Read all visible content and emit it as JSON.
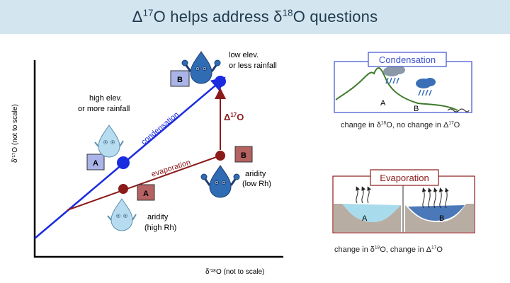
{
  "title": {
    "delta": "Δ",
    "sup1": "17",
    "mid": "O helps address δ",
    "sup2": "18",
    "end": "O questions"
  },
  "main_plot": {
    "y_axis_label": "δ'¹⁷O (not to scale)",
    "x_axis_label": "δ'¹⁸O (not to scale)",
    "condensation_line_label": "condensation",
    "evaporation_line_label": "evaporation",
    "delta17o_arrow_label": {
      "delta": "Δ",
      "sup": "17",
      "end": "O"
    },
    "high_elev_label": [
      "high elev.",
      "or more rainfall"
    ],
    "low_elev_label": [
      "low elev.",
      "or less rainfall"
    ],
    "aridity_high_label": [
      "aridity",
      "(high Rh)"
    ],
    "aridity_low_label": [
      "aridity",
      "(low Rh)"
    ],
    "badge_a": "A",
    "badge_b": "B",
    "colors": {
      "condensation": "#1b2be0",
      "evaporation": "#8b1a1a",
      "badge_blue": "#aab4e8",
      "badge_red": "#b46262"
    }
  },
  "condensation_panel": {
    "title": "Condensation",
    "point_a": "A",
    "point_b": "B",
    "caption": {
      "t1": "change in δ",
      "s1": "18",
      "t2": "O, no change in Δ",
      "s2": "17",
      "t3": "O"
    }
  },
  "evaporation_panel": {
    "title": "Evaporation",
    "point_a": "A",
    "point_b": "B",
    "caption": {
      "t1": "change in δ",
      "s1": "18",
      "t2": "O, change in Δ",
      "s2": "17",
      "t3": "O"
    }
  }
}
